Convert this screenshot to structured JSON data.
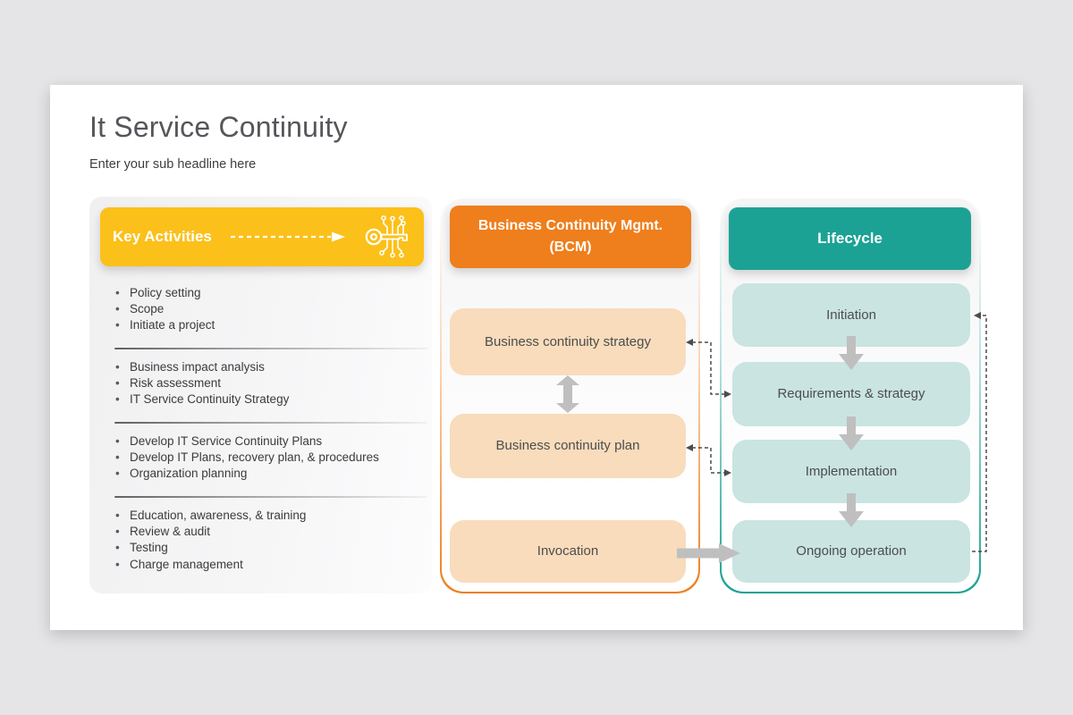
{
  "page": {
    "title": "It Service Continuity",
    "subtitle": "Enter your sub headline here"
  },
  "key_activities": {
    "header": "Key Activities",
    "groups": [
      {
        "items": [
          "Policy setting",
          "Scope",
          "Initiate a project"
        ]
      },
      {
        "items": [
          "Business impact analysis",
          "Risk assessment",
          "IT Service Continuity Strategy"
        ]
      },
      {
        "items": [
          "Develop IT Service Continuity Plans",
          "Develop IT Plans, recovery plan, & procedures",
          "Organization planning"
        ]
      },
      {
        "items": [
          "Education, awareness, & training",
          "Review & audit",
          "Testing",
          "Charge management"
        ]
      }
    ]
  },
  "bcm": {
    "header": "Business Continuity Mgmt. (BCM)",
    "boxes": [
      "Business continuity strategy",
      "Business continuity plan",
      "Invocation"
    ]
  },
  "lifecycle": {
    "header": "Lifecycle",
    "boxes": [
      "Initiation",
      "Requirements & strategy",
      "Implementation",
      "Ongoing operation"
    ]
  },
  "icons": {
    "header_icon": "circuit-key-icon",
    "header_arrow": "dashed-right-arrow"
  },
  "colors": {
    "page_background": "#e5e4e6",
    "card_background": "#ffffff",
    "title_text": "#54565a",
    "body_text": "#3b3b3b",
    "yellow_header": "#fbc01a",
    "orange_header": "#ef7e1c",
    "teal_header": "#1ca295",
    "peach_box": "#f8dcbc",
    "light_teal_box": "#c9e4e1",
    "solid_arrow_gray": "#bfbfbf",
    "dashed_connector": "#4c4c4c"
  }
}
